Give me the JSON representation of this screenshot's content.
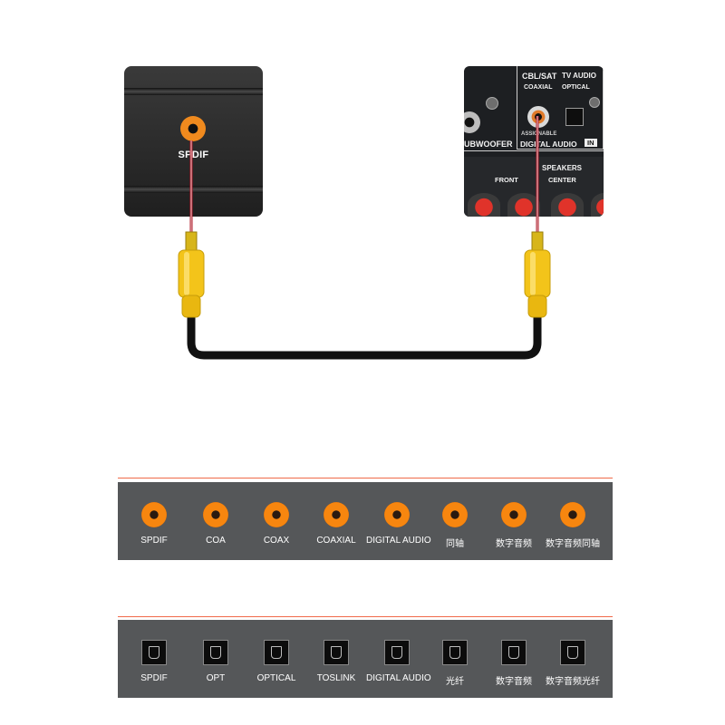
{
  "diagram": {
    "left_device_label": "SPDIF",
    "receiver": {
      "header_left": "CBL/SAT",
      "header_right": "TV AUDIO",
      "sub_left": "COAXIAL",
      "sub_right": "OPTICAL",
      "assignable": "ASSIGNABLE",
      "subwoofer": "UBWOOFER",
      "digital_audio": "DIGITAL AUDIO",
      "in_badge": "IN",
      "speakers": "SPEAKERS",
      "front": "FRONT",
      "center": "CENTER"
    }
  },
  "colors": {
    "jack_orange": "#f08a1e",
    "plug_yellow": "#f3c41a",
    "strip_gray": "#555759",
    "accent_line": "#f06a4a"
  },
  "coaxial_ports": [
    {
      "label": "SPDIF"
    },
    {
      "label": "COA"
    },
    {
      "label": "COAX"
    },
    {
      "label": "COAXIAL"
    },
    {
      "label": "DIGITAL AUDIO"
    },
    {
      "label": "同轴"
    },
    {
      "label": "数字音频"
    },
    {
      "label": "数字音频同轴"
    }
  ],
  "optical_ports": [
    {
      "label": "SPDIF"
    },
    {
      "label": "OPT"
    },
    {
      "label": "OPTICAL"
    },
    {
      "label": "TOSLINK"
    },
    {
      "label": "DIGITAL AUDIO"
    },
    {
      "label": "光纤"
    },
    {
      "label": "数字音频"
    },
    {
      "label": "数字音频光纤"
    }
  ]
}
